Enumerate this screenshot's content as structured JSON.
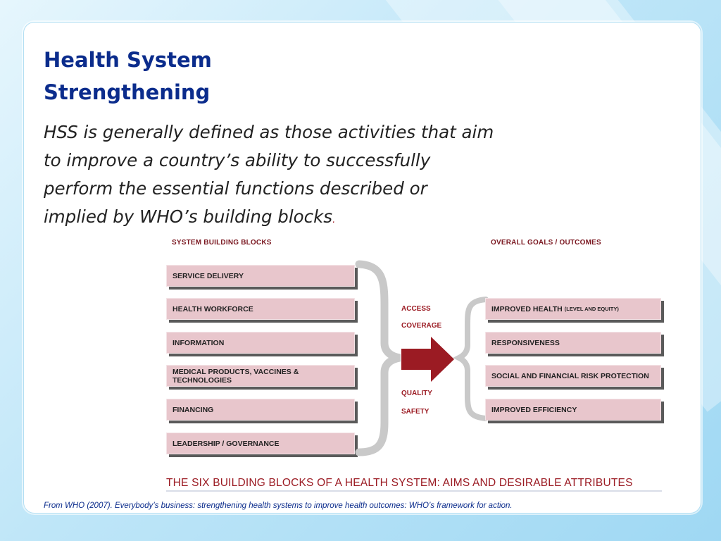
{
  "title": {
    "line1": "Health System",
    "line2": "Strengthening"
  },
  "body": {
    "text": "HSS is generally defined as those activities that aim to improve a country’s ability to successfully perform the essential functions described or implied by WHO’s building blocks",
    "end_mark": "."
  },
  "figure": {
    "left_header": "SYSTEM BUILDING BLOCKS",
    "right_header": "OVERALL GOALS / OUTCOMES",
    "blocks": [
      "SERVICE DELIVERY",
      "HEALTH WORKFORCE",
      "INFORMATION",
      "MEDICAL PRODUCTS, VACCINES & TECHNOLOGIES",
      "FINANCING",
      "LEADERSHIP / GOVERNANCE"
    ],
    "attributes": [
      "ACCESS",
      "COVERAGE",
      "QUALITY",
      "SAFETY"
    ],
    "goals": [
      {
        "main": "IMPROVED HEALTH",
        "small": "(LEVEL AND EQUITY)"
      },
      {
        "main": "RESPONSIVENESS",
        "small": ""
      },
      {
        "main": "SOCIAL AND FINANCIAL RISK PROTECTION",
        "small": ""
      },
      {
        "main": "IMPROVED EFFICIENCY",
        "small": ""
      }
    ],
    "caption": "THE SIX BUILDING BLOCKS OF A HEALTH SYSTEM: AIMS AND DESIRABLE ATTRIBUTES"
  },
  "source": "From WHO (2007).  Everybody’s business: strengthening health systems to improve health outcomes: WHO’s framework for action.",
  "colors": {
    "title": "#0b2c8c",
    "accent": "#9b1b23",
    "box": "#e8c6cc"
  }
}
